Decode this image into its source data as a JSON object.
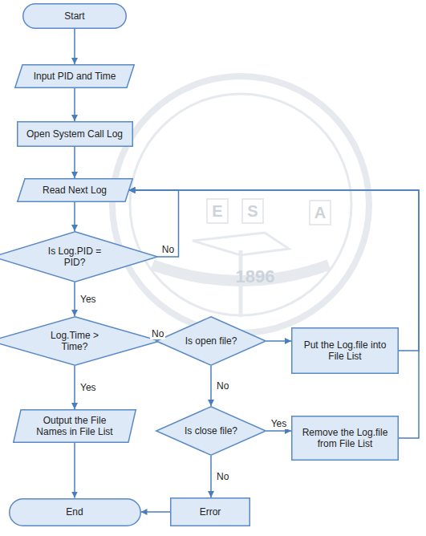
{
  "diagram": {
    "nodes": [
      {
        "text": [
          "Start"
        ]
      },
      {
        "text": [
          "Input PID and Time"
        ]
      },
      {
        "text": [
          "Open System Call Log"
        ]
      },
      {
        "text": [
          "Read Next Log"
        ]
      },
      {
        "text": [
          "Is Log.PID = PID?"
        ]
      },
      {
        "text": [
          "Log.Time > Time?"
        ]
      },
      {
        "text": [
          "Is open file?"
        ]
      },
      {
        "text": [
          "Put the Log.file into File List"
        ]
      },
      {
        "text": [
          "Output the File Names in File List"
        ]
      },
      {
        "text": [
          "Is close file?"
        ]
      },
      {
        "text": [
          "Remove the Log.file from File List"
        ]
      },
      {
        "text": [
          "End"
        ]
      },
      {
        "text": [
          "Error"
        ]
      }
    ],
    "edges": [
      {
        "from": 0,
        "to": 1,
        "arrow": "to"
      },
      {
        "from": 1,
        "to": 2,
        "arrow": "to"
      },
      {
        "from": 2,
        "to": 3,
        "arrow": "to"
      },
      {
        "from": 3,
        "to": 4,
        "arrow": "to"
      },
      {
        "from": 4,
        "to": 3,
        "label": "No",
        "arrow": "to"
      },
      {
        "from": 4,
        "to": 5,
        "label": "Yes",
        "arrow": "to"
      },
      {
        "from": 5,
        "to": 6,
        "label": "No",
        "arrow": "to"
      },
      {
        "from": 5,
        "to": 8,
        "label": "Yes",
        "arrow": "to"
      },
      {
        "from": 6,
        "to": 7,
        "arrow": "to"
      },
      {
        "from": 6,
        "to": 9,
        "label": "No",
        "arrow": "to"
      },
      {
        "from": 9,
        "to": 10,
        "label": "Yes",
        "arrow": "to"
      },
      {
        "from": 9,
        "to": 12,
        "label": "No",
        "arrow": "to"
      },
      {
        "from": 7,
        "to": 3,
        "arrow": "to"
      },
      {
        "from": 10,
        "to": 3,
        "arrow": "to"
      },
      {
        "from": 8,
        "to": 11,
        "arrow": "to"
      },
      {
        "from": 12,
        "to": 11,
        "arrow": "to"
      }
    ],
    "labels": [
      "E",
      "S",
      "A",
      "1896"
    ]
  }
}
